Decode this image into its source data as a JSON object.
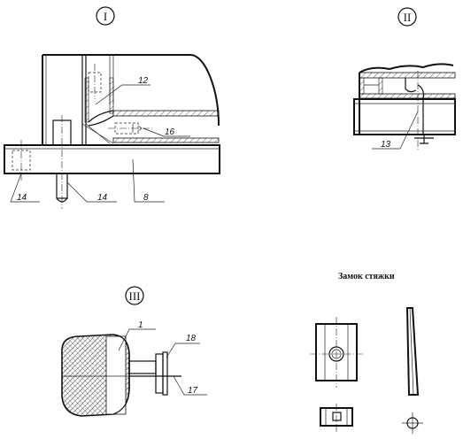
{
  "views": {
    "view1": {
      "roman": "I"
    },
    "view2": {
      "roman": "II"
    },
    "view3": {
      "roman": "III"
    }
  },
  "callouts": {
    "c12": "12",
    "c16": "16",
    "c14a": "14",
    "c14b": "14",
    "c8": "8",
    "c13": "13",
    "c1": "1",
    "c18": "18",
    "c17": "17"
  },
  "lock": {
    "caption": "Замок стяжки"
  }
}
